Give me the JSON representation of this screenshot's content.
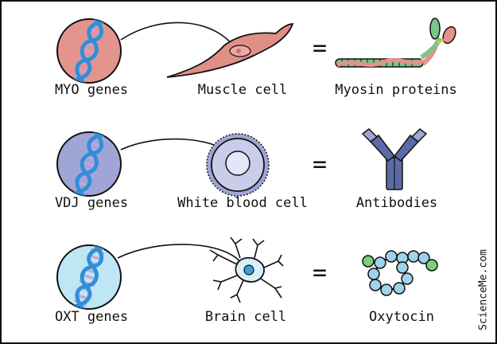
{
  "rows": [
    {
      "gene": "MYO genes",
      "cell": "Muscle cell",
      "product": "Myosin proteins",
      "gene_circle_color": "#e3958d",
      "cell_color": "#e08f87",
      "cell_icon": "muscle-cell-icon",
      "product_icon": "myosin-protein-icon"
    },
    {
      "gene": "VDJ genes",
      "cell": "White blood cell",
      "product": "Antibodies",
      "gene_circle_color": "#9fa6d6",
      "cell_color": "#c9cde9",
      "cell_icon": "white-blood-cell-icon",
      "product_icon": "antibody-icon"
    },
    {
      "gene": "OXT genes",
      "cell": "Brain cell",
      "product": "Oxytocin",
      "gene_circle_color": "#bfe6f4",
      "cell_color": "#d8f0f8",
      "cell_icon": "neuron-icon",
      "product_icon": "oxytocin-molecule-icon"
    }
  ],
  "equals_sign": "=",
  "credit": "ScienceMe.com",
  "colors": {
    "dna_strand": "#2f8fd8",
    "dna_rungs": "#c8a2d6",
    "outline": "#111111",
    "myosin_green": "#7cc48a",
    "myosin_pink": "#e6918a",
    "antibody_blue": "#5d6aa8",
    "oxytocin_blue": "#9fd3ea",
    "oxytocin_green": "#7ccf7e"
  }
}
